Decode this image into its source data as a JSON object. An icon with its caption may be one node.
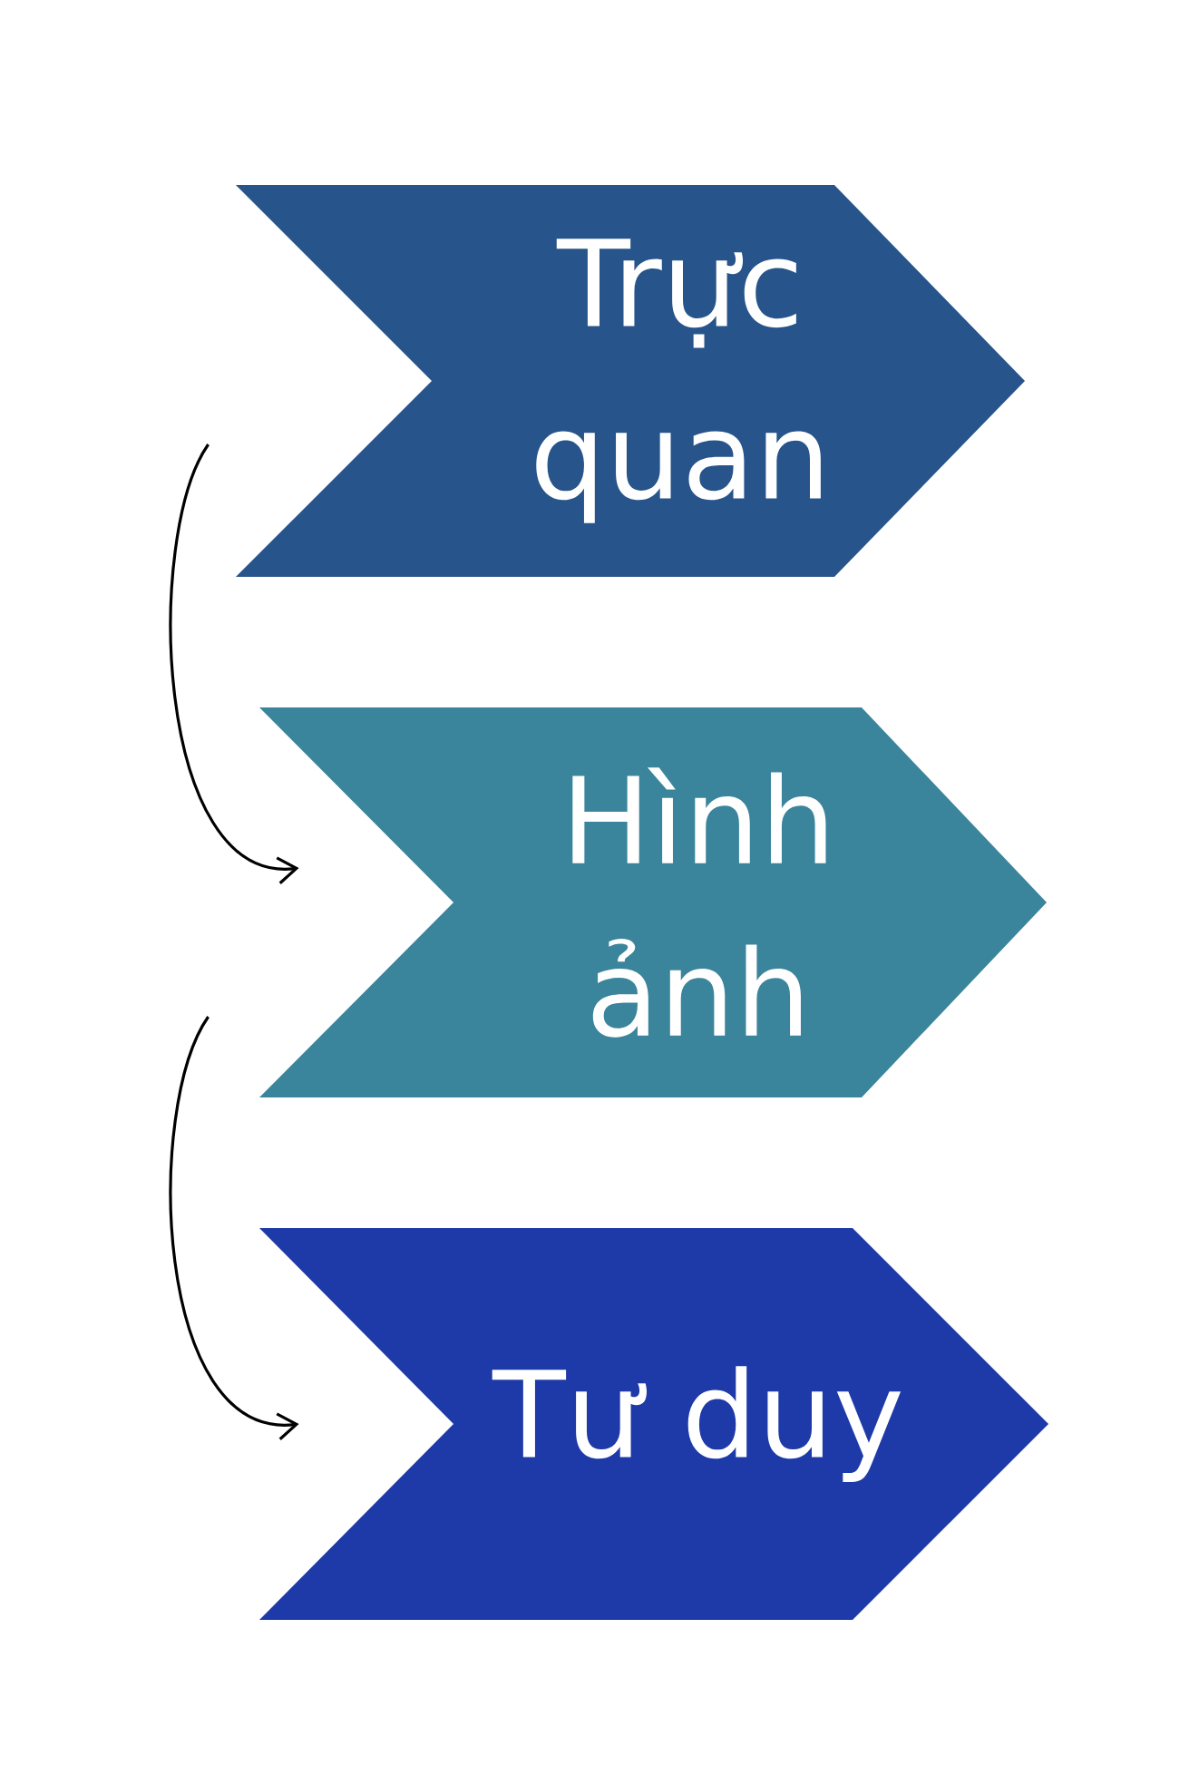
{
  "diagram": {
    "nodes": [
      {
        "text": [
          "Trực quan"
        ]
      },
      {
        "text": [
          "Hình ảnh"
        ]
      },
      {
        "text": [
          "Tư duy"
        ]
      }
    ],
    "edges": [
      {
        "from": 0,
        "to": 1,
        "arrow": "to"
      },
      {
        "from": 1,
        "to": 2,
        "arrow": "to"
      }
    ]
  }
}
